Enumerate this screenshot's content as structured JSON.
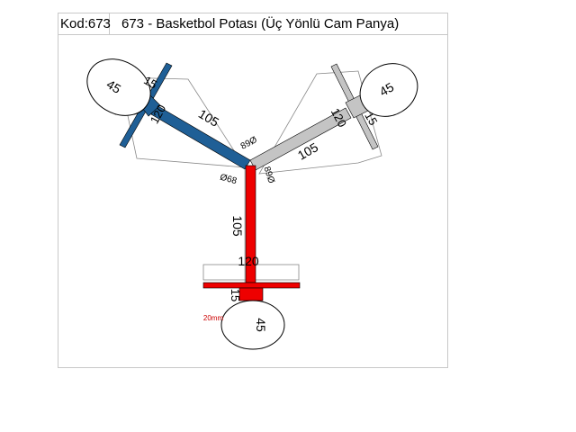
{
  "header": {
    "code": "Kod:673",
    "title": "673 - Basketbol Potası (Üç Yönlü Cam Panya)"
  },
  "colors": {
    "arm_blue": "#1f5f96",
    "arm_grey": "#c4c4c4",
    "arm_red": "#ee0000",
    "outline": "#000000",
    "dimension_line": "#666666",
    "note_red": "#cc0000"
  },
  "diagram": {
    "blue_arm": {
      "circle_label": "45",
      "plate_label": "15",
      "bar_label": "120",
      "arm_label": "105",
      "angle_label": "89Ø"
    },
    "grey_arm": {
      "circle_label": "45",
      "plate_label": "15",
      "bar_label": "120",
      "arm_label": "105",
      "angle_label": "89Ø"
    },
    "red_arm": {
      "circle_label": "45",
      "plate_label": "15",
      "bar_label": "120",
      "arm_label": "105",
      "angle_label": "Ø68",
      "note_label": "20mm"
    }
  }
}
